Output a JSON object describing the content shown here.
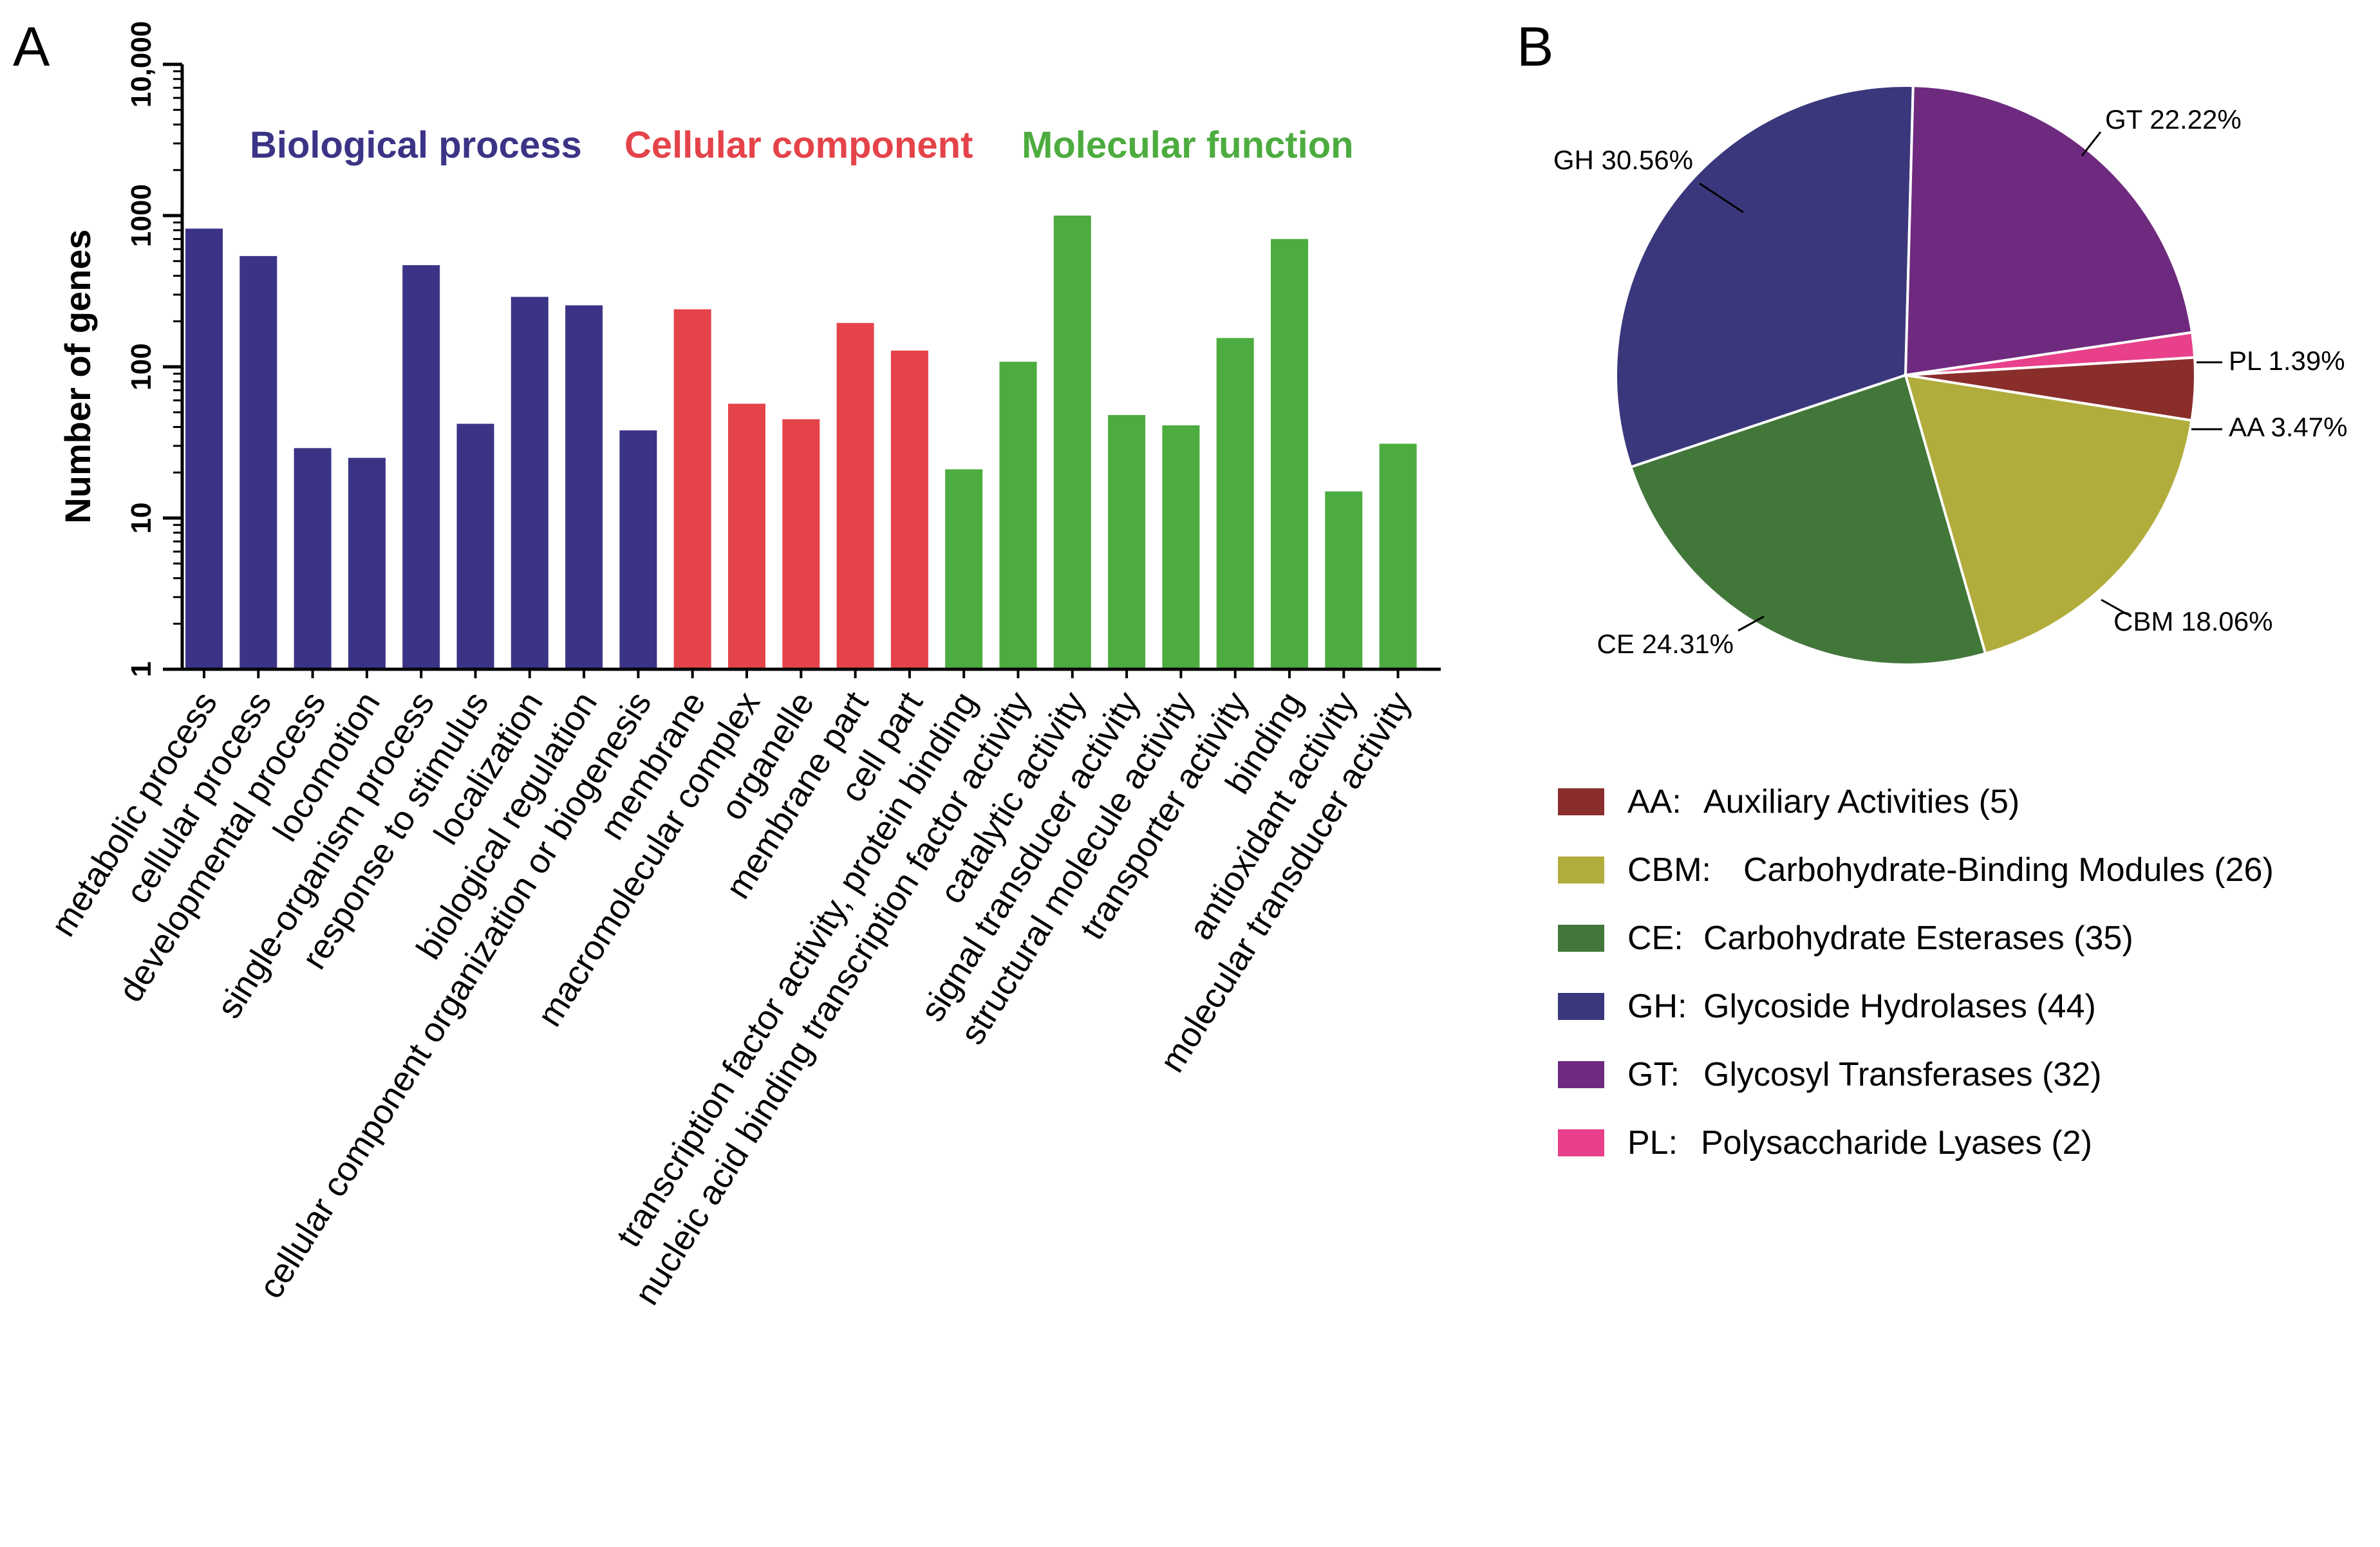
{
  "panels": {
    "a_label": "A",
    "b_label": "B"
  },
  "colors": {
    "biological_process": "#3b3486",
    "cellular_component": "#e5434a",
    "molecular_function": "#4dac3f",
    "axis": "#000000"
  },
  "chart_data": [
    {
      "type": "bar",
      "ylabel": "Number of genes",
      "yscale": "log",
      "ylim": [
        1,
        10000
      ],
      "yticks": [
        "1",
        "10",
        "100",
        "1000",
        "10,000"
      ],
      "grid": false,
      "legend": [
        {
          "name": "Biological process",
          "color": "#3b3486"
        },
        {
          "name": "Cellular component",
          "color": "#e5434a"
        },
        {
          "name": "Molecular function",
          "color": "#4dac3f"
        }
      ],
      "categories": [
        "metabolic process",
        "cellular process",
        "developmental process",
        "locomotion",
        "single-organism process",
        "response to stimulus",
        "localization",
        "biological regulation",
        "cellular component organization or biogenesis",
        "membrane",
        "macromolecular complex",
        "organelle",
        "membrane part",
        "cell part",
        "transcription factor activity, protein binding",
        "nucleic acid binding transcription factor activity",
        "catalytic activity",
        "signal transducer activity",
        "structural molecule activity",
        "transporter activity",
        "binding",
        "antioxidant activity",
        "molecular transducer activity"
      ],
      "groups": [
        "Biological process",
        "Biological process",
        "Biological process",
        "Biological process",
        "Biological process",
        "Biological process",
        "Biological process",
        "Biological process",
        "Biological process",
        "Cellular component",
        "Cellular component",
        "Cellular component",
        "Cellular component",
        "Cellular component",
        "Molecular function",
        "Molecular function",
        "Molecular function",
        "Molecular function",
        "Molecular function",
        "Molecular function",
        "Molecular function",
        "Molecular function",
        "Molecular function"
      ],
      "values": [
        820,
        540,
        29,
        25,
        470,
        42,
        290,
        255,
        38,
        240,
        57,
        45,
        195,
        128,
        21,
        108,
        1000,
        48,
        41,
        155,
        700,
        15,
        31
      ]
    },
    {
      "type": "pie",
      "slices": [
        {
          "key": "GH",
          "name": "Glycoside Hydrolases",
          "count": 44,
          "label": "GH 30.56%",
          "percent": 30.56,
          "color": "#3a377c",
          "legend_code": "GH:",
          "legend_text": "Glycoside Hydrolases (44)"
        },
        {
          "key": "GT",
          "name": "Glycosyl Transferases",
          "count": 32,
          "label": "GT 22.22%",
          "percent": 22.22,
          "color": "#6e2a7e",
          "legend_code": "GT:",
          "legend_text": "Glycosyl Transferases (32)"
        },
        {
          "key": "PL",
          "name": "Polysaccharide Lyases",
          "count": 2,
          "label": "PL 1.39%",
          "percent": 1.39,
          "color": "#e8408a",
          "legend_code": "PL:",
          "legend_text": "Polysaccharide Lyases (2)"
        },
        {
          "key": "AA",
          "name": "Auxiliary Activities",
          "count": 5,
          "label": "AA 3.47%",
          "percent": 3.47,
          "color": "#8a2e2c",
          "legend_code": "AA:",
          "legend_text": "Auxiliary Activities (5)"
        },
        {
          "key": "CBM",
          "name": "Carbohydrate-Binding Modules",
          "count": 26,
          "label": "CBM 18.06%",
          "percent": 18.06,
          "color": "#b1ad3c",
          "legend_code": "CBM:",
          "legend_text": "Carbohydrate-Binding Modules (26)"
        },
        {
          "key": "CE",
          "name": "Carbohydrate Esterases",
          "count": 35,
          "label": "CE 24.31%",
          "percent": 24.31,
          "color": "#42773a",
          "legend_code": "CE:",
          "legend_text": "Carbohydrate Esterases (35)"
        }
      ],
      "legend_order": [
        "AA",
        "CBM",
        "CE",
        "GH",
        "GT",
        "PL"
      ],
      "legend_placement": "below"
    }
  ]
}
